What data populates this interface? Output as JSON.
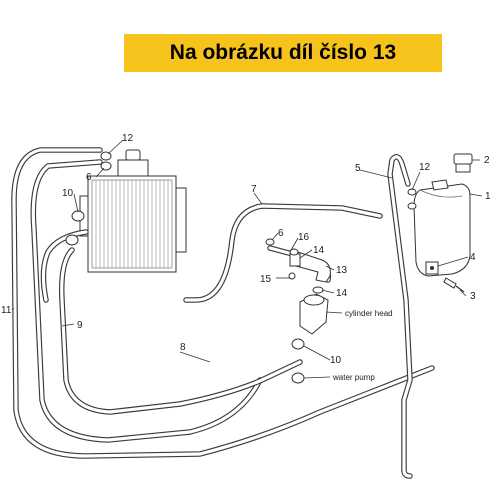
{
  "banner": {
    "text": "Na obrázku díl číslo 13",
    "color": "#f6c21c"
  },
  "part_numbers": {
    "p1": "1",
    "p2": "2",
    "p3": "3",
    "p4": "4",
    "p5": "5",
    "p6a": "6",
    "p6b": "6",
    "p7": "7",
    "p8": "8",
    "p9": "9",
    "p10a": "10",
    "p10b": "10",
    "p11": "11",
    "p12a": "12",
    "p12b": "12",
    "p13": "13",
    "p14a": "14",
    "p14b": "14",
    "p15": "15",
    "p16": "16"
  },
  "callouts": {
    "cylinder_head": "cylinder head",
    "water_pump": "water pump"
  }
}
